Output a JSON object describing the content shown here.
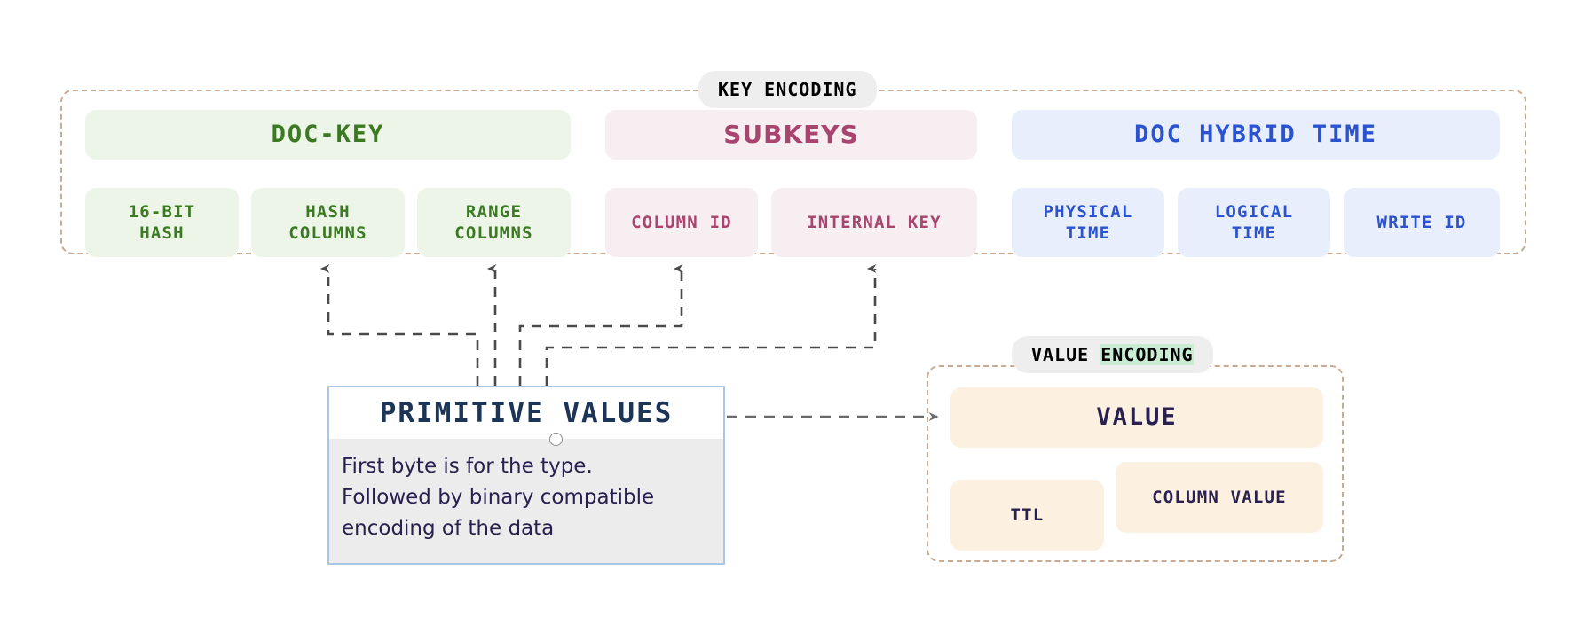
{
  "diagram": {
    "title": "YugabyteDB DocDB key and value encoding",
    "colors": {
      "group_border": "#c9ab92",
      "group_label_bg": "#eeeeee",
      "highlight_green": "#c9ecd2",
      "green_bg": "#edf5e9",
      "green_fg": "#3b7a22",
      "pink_bg": "#f7eef2",
      "pink_fg": "#a8446e",
      "blue_bg": "#e8eefb",
      "blue_fg": "#2b53cf",
      "cream_bg": "#fcf1e1",
      "cream_fg": "#2a2050",
      "node_border": "#aac6e6",
      "node_body_bg": "#ececec",
      "node_title_fg": "#1c3557",
      "connector": "#4a4a4a"
    }
  },
  "key_encoding": {
    "label": "KEY ENCODING",
    "sections": [
      {
        "name": "doc-key",
        "header": "DOC-KEY",
        "theme": "green",
        "children": [
          {
            "label": "16-BIT\nHASH"
          },
          {
            "label": "HASH\nCOLUMNS"
          },
          {
            "label": "RANGE\nCOLUMNS"
          }
        ]
      },
      {
        "name": "subkeys",
        "header": "SUBKEYS",
        "theme": "pink",
        "children": [
          {
            "label": "COLUMN ID"
          },
          {
            "label": "INTERNAL KEY"
          }
        ]
      },
      {
        "name": "doc-hybrid-time",
        "header": "DOC HYBRID TIME",
        "theme": "blue",
        "children": [
          {
            "label": "PHYSICAL\nTIME"
          },
          {
            "label": "LOGICAL\nTIME"
          },
          {
            "label": "WRITE ID"
          }
        ]
      }
    ]
  },
  "value_encoding": {
    "label_plain": "VALUE ",
    "label_highlighted": "ENCODING",
    "header": "VALUE",
    "children": [
      {
        "label": "TTL"
      },
      {
        "label": "COLUMN VALUE"
      }
    ]
  },
  "primitive_values": {
    "title": "PRIMITIVE VALUES",
    "body": "First byte is for the type.\nFollowed by binary compatible\nencoding of the data"
  }
}
